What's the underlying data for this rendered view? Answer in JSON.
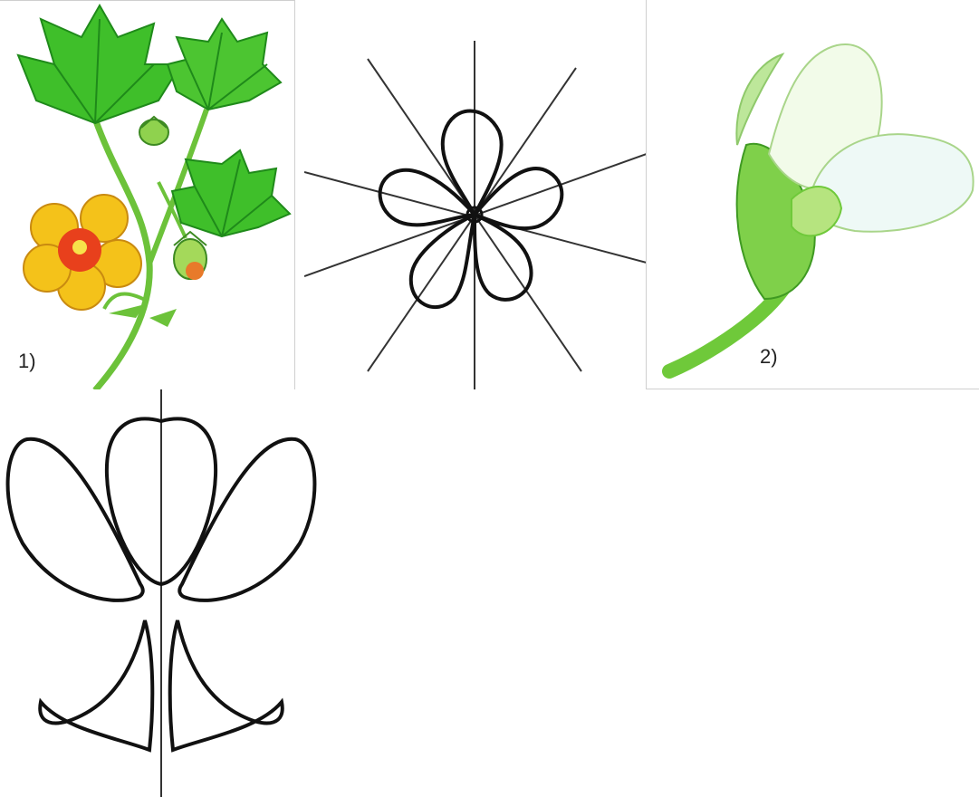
{
  "figures": [
    {
      "id": "plant",
      "label": "1)"
    },
    {
      "id": "radial-diagram",
      "label": ""
    },
    {
      "id": "pea-flower",
      "label": "2)"
    },
    {
      "id": "zygomorphic-diagram",
      "label": ""
    }
  ],
  "colors": {
    "leaf": "#3fbf2a",
    "leaf_dark": "#1f8a1a",
    "petal_yellow": "#f4c21a",
    "petal_center": "#e8401c",
    "pea_green": "#7fd04a",
    "pea_white": "#f2fbe9",
    "outline": "#111111",
    "axis": "#333333"
  }
}
